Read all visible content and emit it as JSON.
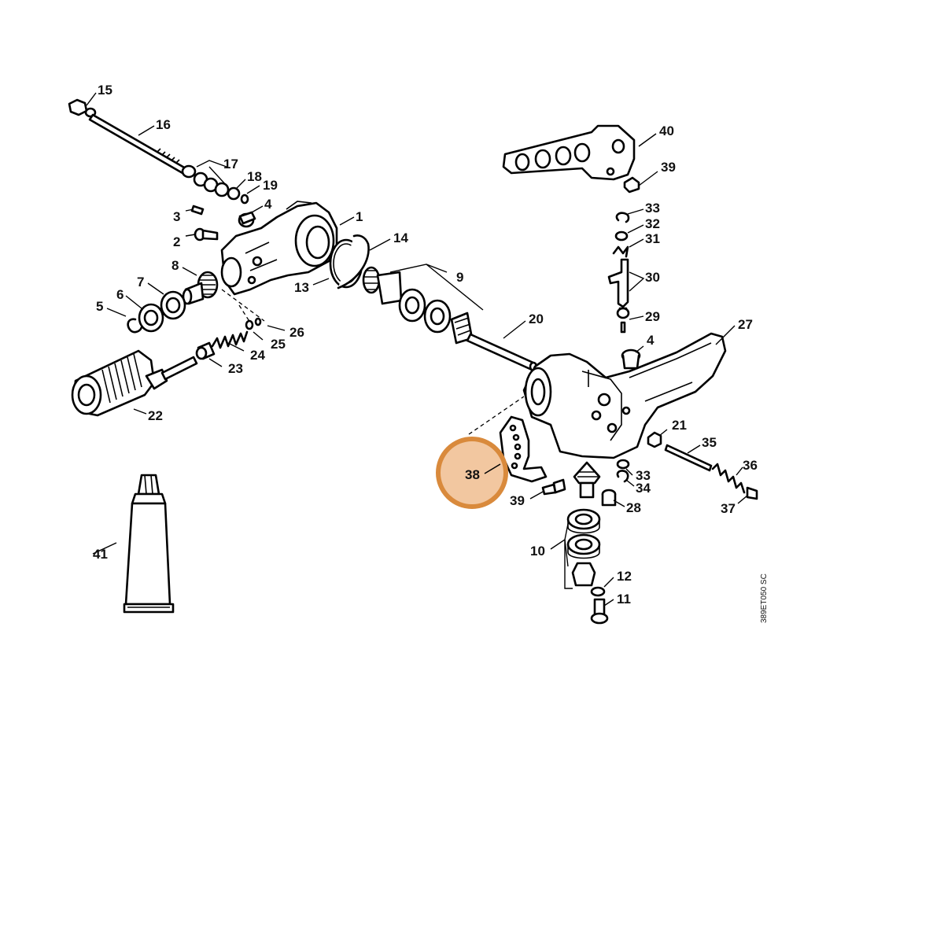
{
  "diagram": {
    "drawing_code": "389ET050 SC",
    "highlighted_part": "38",
    "highlight_color": "#d98a3c",
    "highlight_fill": "#f2c7a0",
    "callouts": [
      {
        "id": "c1",
        "label": "1"
      },
      {
        "id": "c2",
        "label": "2"
      },
      {
        "id": "c3",
        "label": "3"
      },
      {
        "id": "c4a",
        "label": "4"
      },
      {
        "id": "c4b",
        "label": "4"
      },
      {
        "id": "c5",
        "label": "5"
      },
      {
        "id": "c6",
        "label": "6"
      },
      {
        "id": "c7",
        "label": "7"
      },
      {
        "id": "c8",
        "label": "8"
      },
      {
        "id": "c9",
        "label": "9"
      },
      {
        "id": "c10",
        "label": "10"
      },
      {
        "id": "c11",
        "label": "11"
      },
      {
        "id": "c12",
        "label": "12"
      },
      {
        "id": "c13",
        "label": "13"
      },
      {
        "id": "c14",
        "label": "14"
      },
      {
        "id": "c15",
        "label": "15"
      },
      {
        "id": "c16",
        "label": "16"
      },
      {
        "id": "c17",
        "label": "17"
      },
      {
        "id": "c18",
        "label": "18"
      },
      {
        "id": "c19",
        "label": "19"
      },
      {
        "id": "c20",
        "label": "20"
      },
      {
        "id": "c21",
        "label": "21"
      },
      {
        "id": "c22",
        "label": "22"
      },
      {
        "id": "c23",
        "label": "23"
      },
      {
        "id": "c24",
        "label": "24"
      },
      {
        "id": "c25",
        "label": "25"
      },
      {
        "id": "c26",
        "label": "26"
      },
      {
        "id": "c27",
        "label": "27"
      },
      {
        "id": "c28",
        "label": "28"
      },
      {
        "id": "c29",
        "label": "29"
      },
      {
        "id": "c30",
        "label": "30"
      },
      {
        "id": "c31",
        "label": "31"
      },
      {
        "id": "c32",
        "label": "32"
      },
      {
        "id": "c33a",
        "label": "33"
      },
      {
        "id": "c33b",
        "label": "33"
      },
      {
        "id": "c34",
        "label": "34"
      },
      {
        "id": "c35",
        "label": "35"
      },
      {
        "id": "c36",
        "label": "36"
      },
      {
        "id": "c37",
        "label": "37"
      },
      {
        "id": "c38",
        "label": "38"
      },
      {
        "id": "c39a",
        "label": "39"
      },
      {
        "id": "c39b",
        "label": "39"
      },
      {
        "id": "c40",
        "label": "40"
      },
      {
        "id": "c41",
        "label": "41"
      }
    ]
  }
}
